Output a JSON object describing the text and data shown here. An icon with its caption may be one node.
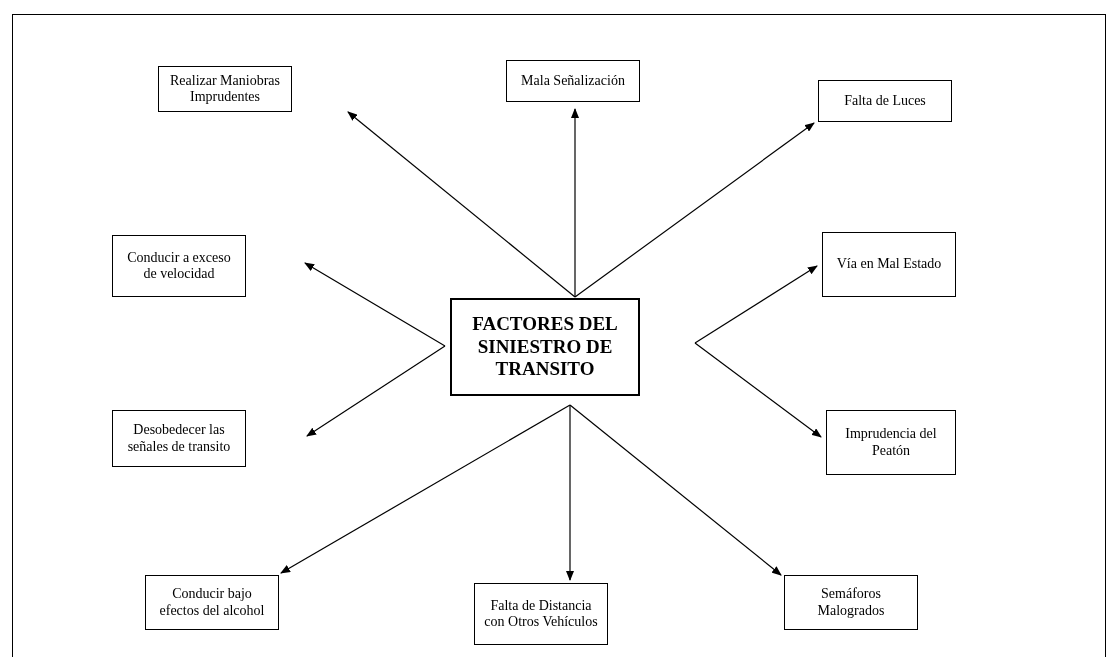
{
  "diagram": {
    "nodes": [
      {
        "text": [
          "FACTORES DEL SINIESTRO DE TRANSITO"
        ]
      },
      {
        "text": [
          "Realizar Maniobras Imprudentes"
        ]
      },
      {
        "text": [
          "Mala Señalización"
        ]
      },
      {
        "text": [
          "Falta de Luces"
        ]
      },
      {
        "text": [
          "Conducir a exceso de velocidad"
        ]
      },
      {
        "text": [
          "Vía en Mal Estado"
        ]
      },
      {
        "text": [
          "Desobedecer las señales de transito"
        ]
      },
      {
        "text": [
          "Imprudencia del Peatón"
        ]
      },
      {
        "text": [
          "Conducir bajo efectos del alcohol"
        ]
      },
      {
        "text": [
          "Falta de Distancia con Otros Vehículos"
        ]
      },
      {
        "text": [
          "Semáforos Malogrados"
        ]
      }
    ],
    "edges": [
      {
        "from": 0,
        "to": 1,
        "arrow": "to"
      },
      {
        "from": 0,
        "to": 2,
        "arrow": "to"
      },
      {
        "from": 0,
        "to": 3,
        "arrow": "to"
      },
      {
        "from": 0,
        "to": 4,
        "arrow": "to"
      },
      {
        "from": 0,
        "to": 5,
        "arrow": "to"
      },
      {
        "from": 0,
        "to": 6,
        "arrow": "to"
      },
      {
        "from": 0,
        "to": 7,
        "arrow": "to"
      },
      {
        "from": 0,
        "to": 8,
        "arrow": "to"
      },
      {
        "from": 0,
        "to": 9,
        "arrow": "to"
      },
      {
        "from": 0,
        "to": 10,
        "arrow": "to"
      }
    ]
  }
}
